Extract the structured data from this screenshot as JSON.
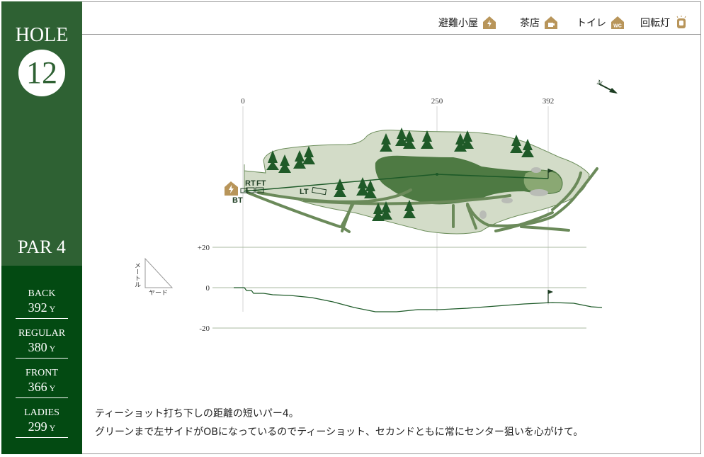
{
  "hole": {
    "label": "HOLE",
    "number": "12",
    "par": "PAR 4"
  },
  "distances": [
    {
      "name": "BACK",
      "yards": "392",
      "unit": "Y"
    },
    {
      "name": "REGULAR",
      "yards": "380",
      "unit": "Y"
    },
    {
      "name": "FRONT",
      "yards": "366",
      "unit": "Y"
    },
    {
      "name": "LADIES",
      "yards": "299",
      "unit": "Y"
    }
  ],
  "facilities": [
    {
      "label": "避難小屋",
      "icon": "shelter-icon"
    },
    {
      "label": "茶店",
      "icon": "teahouse-icon"
    },
    {
      "label": "トイレ",
      "icon": "toilet-icon"
    },
    {
      "label": "回転灯",
      "icon": "rotating-light-icon"
    }
  ],
  "toilet_icon_text": "WC",
  "map": {
    "distance_ticks": [
      "0",
      "250",
      "392"
    ],
    "tee_labels": {
      "back": "BT",
      "regular": "RT",
      "front": "FT",
      "ladies": "LT"
    },
    "compass": "N"
  },
  "elevation": {
    "ticks": [
      "+20",
      "0",
      "-20"
    ],
    "axis_y": "メートル",
    "axis_x": "ヤード"
  },
  "description": [
    "ティーショット打ち下しの距離の短いパー4。",
    "グリーンまで左サイドがOBになっているのでティーショット、セカンドともに常にセンター狙いを心がけて。"
  ],
  "colors": {
    "sidebar_top": "#2e6133",
    "sidebar_bottom": "#034a12",
    "fairway": "#d3dcc8",
    "rough": "#4e7a43",
    "tree": "#1f5a28",
    "path": "#6b8a5a",
    "icon_gold": "#b8955a"
  }
}
